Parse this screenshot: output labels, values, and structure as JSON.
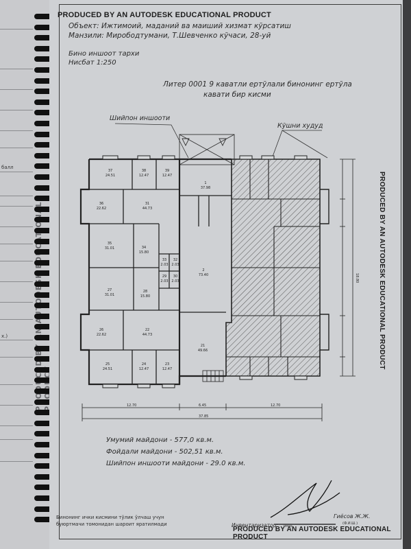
{
  "left_page": {
    "fragments": [
      "балл",
      "х.)"
    ],
    "watermark": "PRODUCED BY AN AUTODESK EDUCATIONAL PRODUCT"
  },
  "sheet": {
    "watermark_top": "PRODUCED BY AN AUTODESK EDUCATIONAL PRODUCT",
    "watermark_right": "PRODUCED BY AN AUTODESK EDUCATIONAL PRODUCT",
    "watermark_bottom": "PRODUCED BY AN AUTODESK EDUCATIONAL PRODUCT",
    "object_line": "Объект: Ижтимоий, маданий ва маиший хизмат кўрсатиш",
    "address_line": "Манзили: Мирободтумани, Т.Шевченко кўчаси, 28-уй",
    "plan_name": "Бино иншоот тархи",
    "scale": "Нисбат 1:250",
    "title_line1": "Литер 0001 9 каватли ертўлали бинонинг ертўла",
    "title_line2": "кавати бир кисми",
    "label_awning": "Шийпон иншооти",
    "label_neighbor": "Кўшни худуд",
    "stats": {
      "total": "Умумий майдони - 577,0 кв.м.",
      "useful": "Фойдали майдони - 502,51 кв.м.",
      "awning": "Шийпон иншооти майдони - 29.0 кв.м."
    },
    "footer_note_line1": "Бинонинг ички кисмини тўлик ўлчаш учун",
    "footer_note_line2": "буюртмачи томонидан шароит яратилмади",
    "inventory_label": "Инвентаризатор:",
    "inventory_name": "Гиёсов Ж.Ж.",
    "inventory_fio": "(Ф.И.Ш.)",
    "signature_caption": "имзо",
    "dims": {
      "overall": "37.85",
      "seg1": "12.70",
      "seg2": "6.45",
      "seg3": "12.70",
      "right_total": "18.80"
    }
  },
  "rooms": [
    {
      "no": "37",
      "area": "24.51"
    },
    {
      "no": "38",
      "area": "12.47"
    },
    {
      "no": "39",
      "area": "12.47"
    },
    {
      "no": "1",
      "area": "37.98"
    },
    {
      "no": "36",
      "area": "22.62"
    },
    {
      "no": "31",
      "area": "44.73"
    },
    {
      "no": "35",
      "area": "31.01"
    },
    {
      "no": "34",
      "area": "15.80"
    },
    {
      "no": "33",
      "area": "2.03"
    },
    {
      "no": "32",
      "area": "2.03"
    },
    {
      "no": "2",
      "area": "73.40"
    },
    {
      "no": "27",
      "area": "31.01"
    },
    {
      "no": "28",
      "area": "15.80"
    },
    {
      "no": "29",
      "area": "2.03"
    },
    {
      "no": "30",
      "area": "2.03"
    },
    {
      "no": "26",
      "area": "22.62"
    },
    {
      "no": "22",
      "area": "44.73"
    },
    {
      "no": "21",
      "area": "49.66"
    },
    {
      "no": "25",
      "area": "24.51"
    },
    {
      "no": "24",
      "area": "12.47"
    },
    {
      "no": "23",
      "area": "12.47"
    }
  ]
}
